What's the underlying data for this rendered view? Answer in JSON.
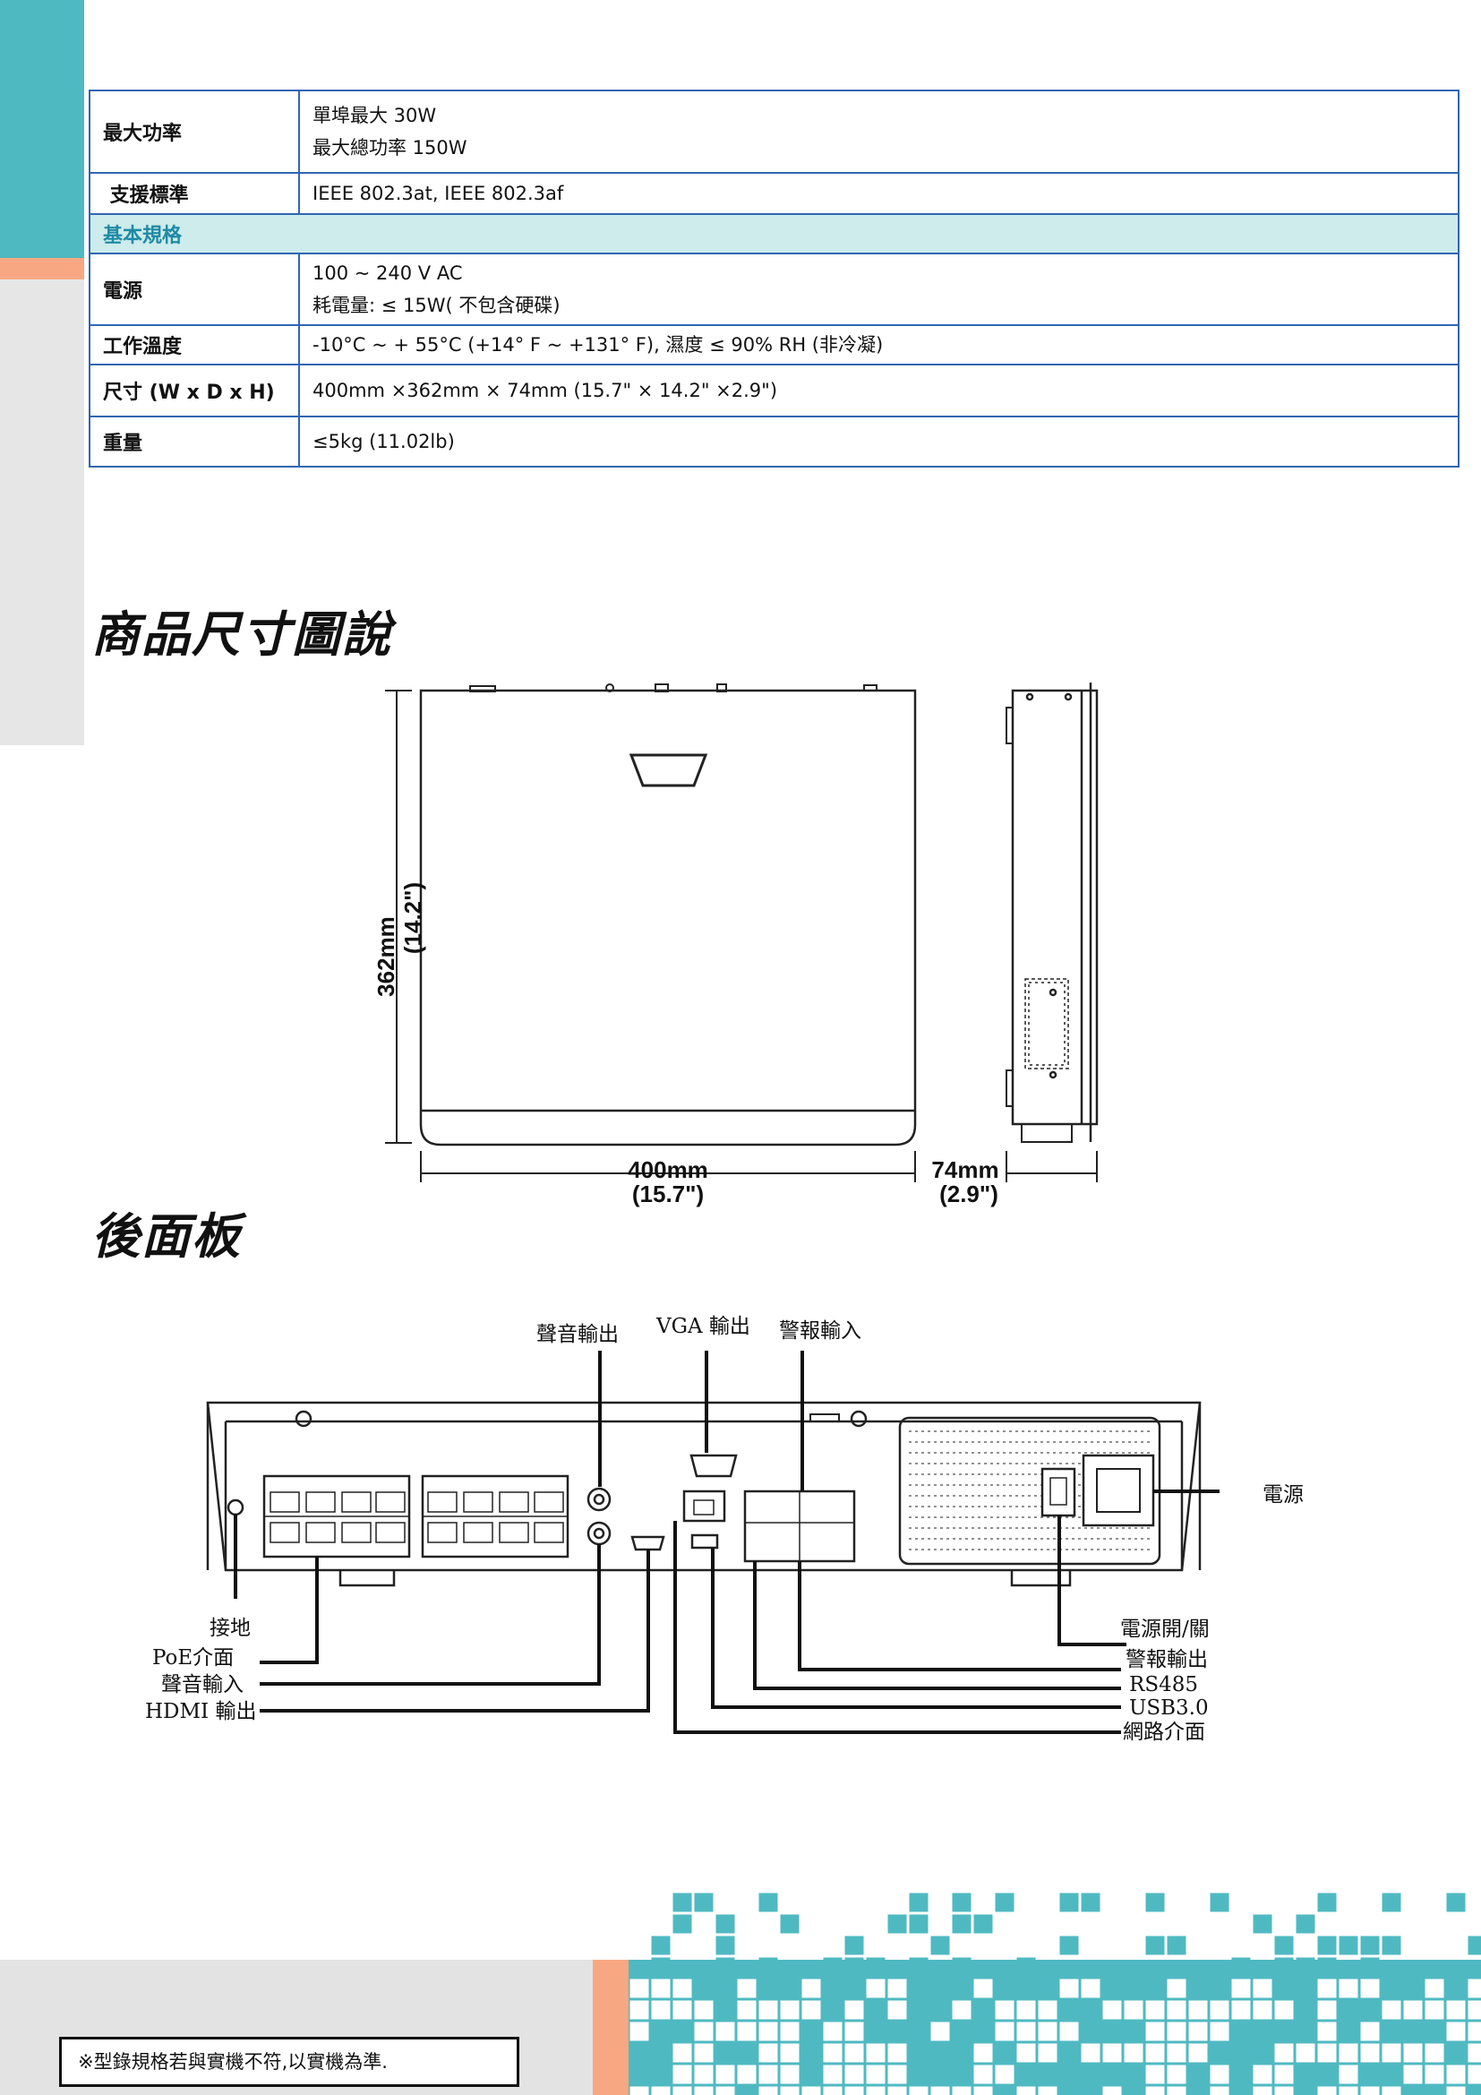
{
  "spec_table": {
    "rows": [
      {
        "key": "最大功率",
        "lines": [
          "單埠最大 30W",
          "最大總功率 150W"
        ]
      },
      {
        "key": " 支援標準",
        "lines": [
          "IEEE 802.3at, IEEE 802.3af"
        ]
      }
    ],
    "section_title": "基本規格",
    "section_rows": [
      {
        "key": "電源",
        "lines": [
          "100 ~ 240 V AC",
          "耗電量: ≤ 15W( 不包含硬碟)"
        ]
      },
      {
        "key": "工作溫度",
        "lines": [
          "-10°C ~ + 55°C (+14° F ~ +131° F), 濕度 ≤ 90% RH (非冷凝)"
        ]
      },
      {
        "key": "尺寸 (W x D x H)",
        "lines": [
          "400mm ×362mm × 74mm (15.7\" × 14.2\" ×2.9\")"
        ]
      },
      {
        "key": "重量",
        "lines": [
          "≤5kg (11.02lb)"
        ]
      }
    ]
  },
  "headings": {
    "dimensions": "商品尺寸圖說",
    "rear_panel": "後面板"
  },
  "dimension_drawing": {
    "depth_mm": "362mm",
    "depth_in": "(14.2\")",
    "width_mm": "400mm",
    "width_in": "(15.7\")",
    "height_mm": "74mm",
    "height_in": "(2.9\")"
  },
  "rear_panel_labels": {
    "audio_out": "聲音輸出",
    "vga_out": "VGA 輸出",
    "alarm_in": "警報輸入",
    "power": "電源",
    "ground": "接地",
    "poe": "PoE介面",
    "audio_in": "聲音輸入",
    "hdmi_out": "HDMI 輸出",
    "power_switch": "電源開/關",
    "alarm_out": "警報輸出",
    "rs485": "RS485",
    "usb3": "USB3.0",
    "network": "網路介面"
  },
  "footer_note": "※型錄規格若與實機不符,以實機為準.",
  "colors": {
    "teal": "#4fb9c1",
    "salmon": "#f7a882",
    "table_border": "#2f66b3",
    "section_bg": "#cdeceb"
  }
}
